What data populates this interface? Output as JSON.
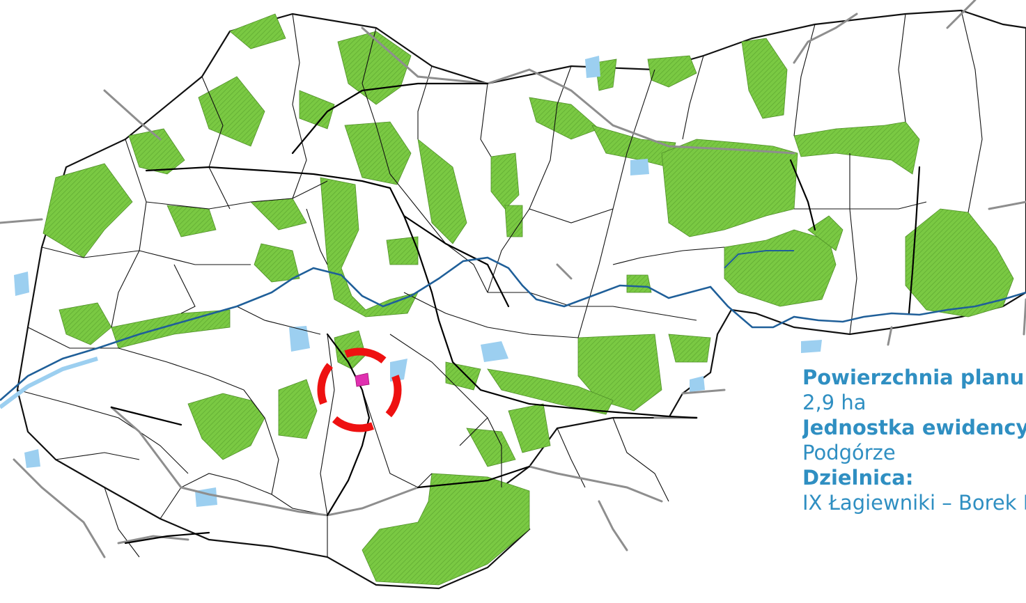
{
  "map": {
    "colors": {
      "green_area": "#7ac943",
      "green_hatch": "#5ea830",
      "river": "#1f5f99",
      "water": "#9ccff0",
      "boundary": "#111111",
      "road": "#8e8e8e",
      "railway": "#000000",
      "marker": "#ee1111",
      "plan_area": "#e030b0"
    },
    "icons": {
      "location_marker": "dashed-circle-marker-icon"
    }
  },
  "info": {
    "area_label": "Powierzchnia planu:",
    "area_value": "2,9 ha",
    "unit_label": "Jednostka ewidencyjna:",
    "unit_value": "Podgórze",
    "district_label": "Dzielnica:",
    "district_value": "IX Łagiewniki – Borek Fałęcki"
  }
}
